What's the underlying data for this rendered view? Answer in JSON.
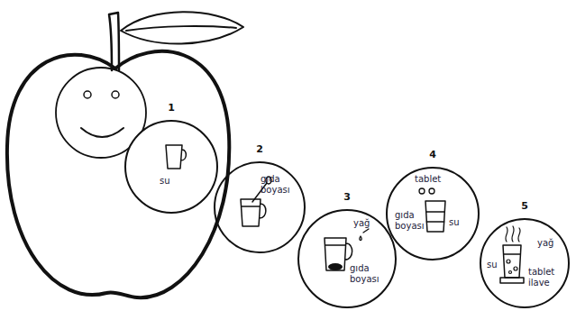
{
  "diagram": {
    "nodes": [
      {
        "text": [
          "1",
          "su"
        ]
      },
      {
        "text": [
          "2",
          "gıda boyası"
        ]
      },
      {
        "text": [
          "3",
          "yağ",
          "gıda boyası"
        ]
      },
      {
        "text": [
          "4",
          "tablet",
          "gıda boyası",
          "su"
        ]
      },
      {
        "text": [
          "5",
          "yağ",
          "su",
          "tablet ilave"
        ]
      }
    ]
  }
}
